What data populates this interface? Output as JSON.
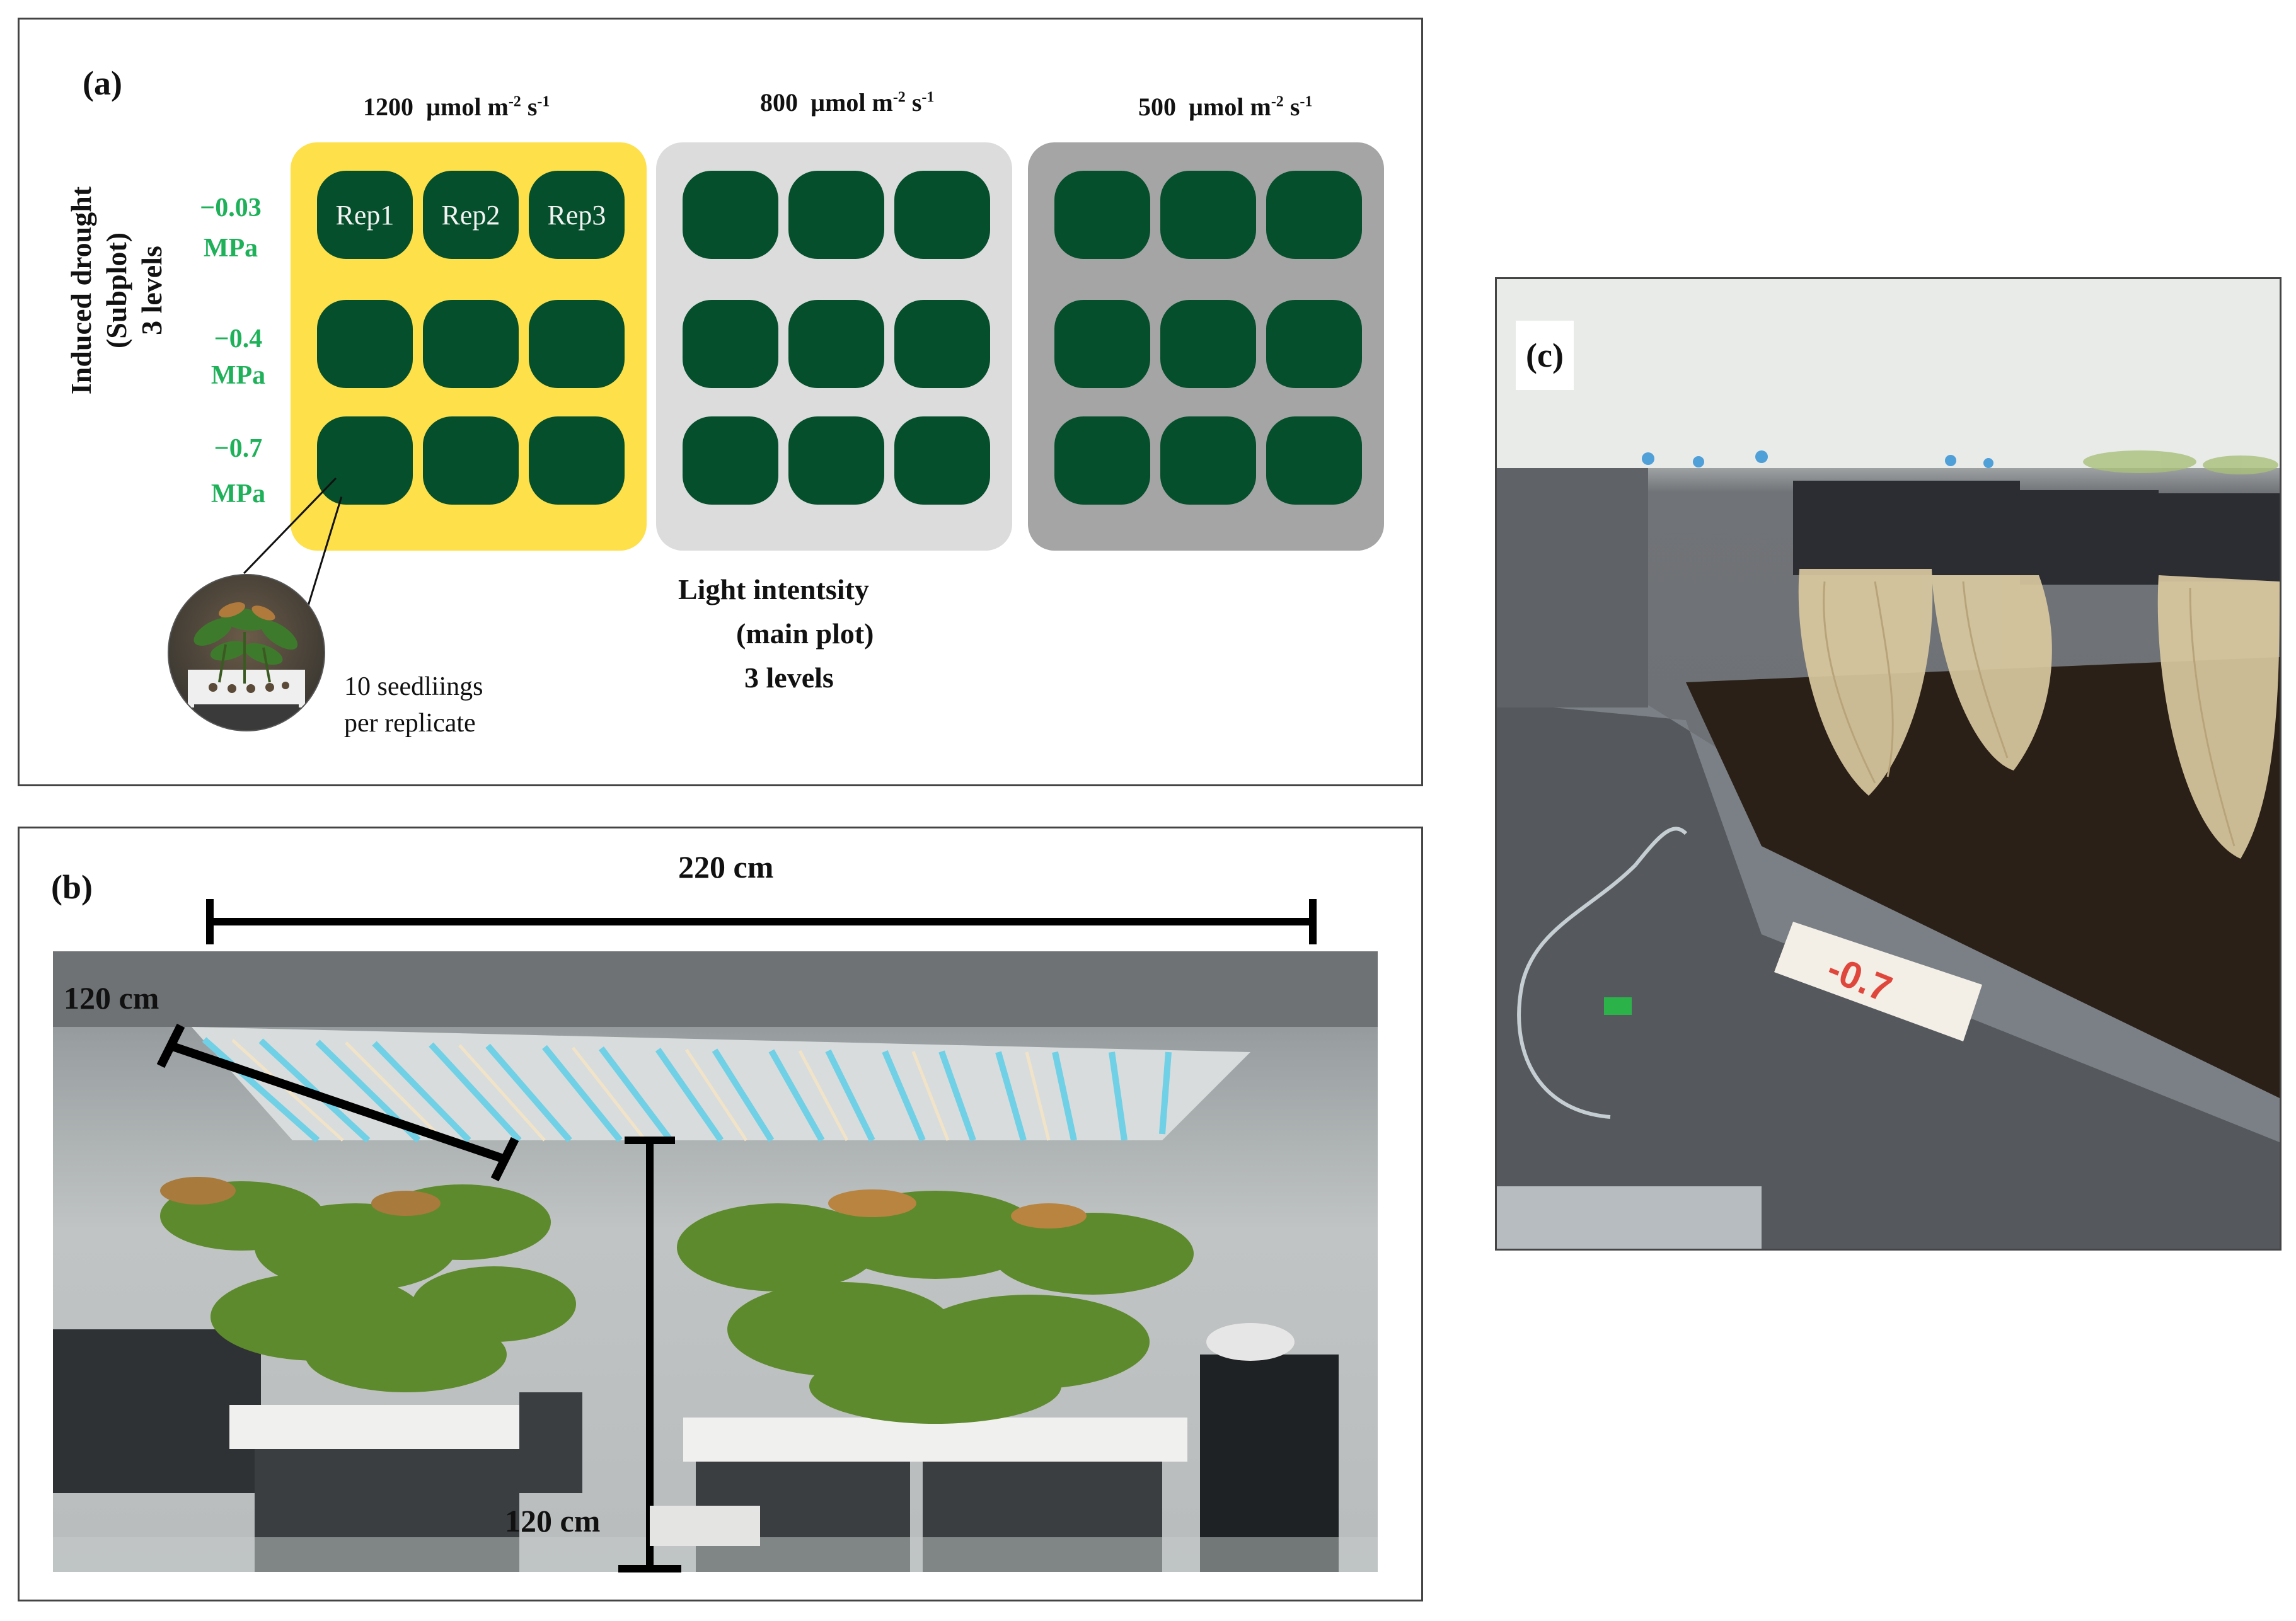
{
  "panel_a": {
    "label": "(a)",
    "light_levels": [
      {
        "value": "1200",
        "unit": "µmol m",
        "exp1": "-2",
        "mid": " s",
        "exp2": "-1",
        "color": "#fde04a"
      },
      {
        "value": "800",
        "unit": "µmol m",
        "exp1": "-2",
        "mid": " s",
        "exp2": "-1",
        "color": "#dcdcdc"
      },
      {
        "value": "500",
        "unit": "µmol m",
        "exp1": "-2",
        "mid": " s",
        "exp2": "-1",
        "color": "#a5a5a5"
      }
    ],
    "rep_labels": [
      "Rep1",
      "Rep2",
      "Rep3"
    ],
    "drought_levels": [
      {
        "value": "−0.03",
        "unit": "MPa"
      },
      {
        "value": "−0.4",
        "unit": "MPa"
      },
      {
        "value": "−0.7",
        "unit": "MPa"
      }
    ],
    "drought_title": [
      "Induced drought",
      "(Subplot)",
      "3 levels"
    ],
    "light_title": [
      "Light  intentsity",
      "(main plot)",
      "3 levels"
    ],
    "seedling_note": [
      "10 seedliings",
      "per replicate"
    ],
    "colors": {
      "replicate": "#054f2c",
      "drought_text": "#1fb15a"
    }
  },
  "panel_b": {
    "label": "(b)",
    "width_dim": "220 cm",
    "depth_dim": "120 cm",
    "height_dim": "120 cm"
  },
  "panel_c": {
    "label": "(c)",
    "tape_text": "-0.7"
  }
}
